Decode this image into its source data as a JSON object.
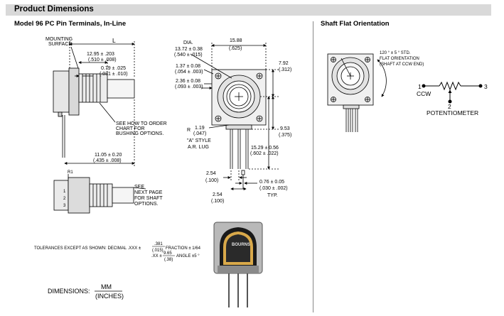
{
  "header": {
    "title": "Product Dimensions"
  },
  "left_section": {
    "title": "Model 96 PC Pin Terminals, In-Line"
  },
  "right_section": {
    "title": "Shaft Flat Orientation"
  },
  "side_view": {
    "mounting_surface": [
      "MOUNTING",
      "SURFACE"
    ],
    "length_label": "L",
    "dim_length_mm": "12.95 ± .203",
    "dim_length_in": "(.510 ± .008)",
    "dim_bush_mm": "0.79 ± .025",
    "dim_bush_in": "(.031 ± .010)",
    "order_note": [
      "SEE HOW TO ORDER",
      "CHART FOR",
      "BUSHING OPTIONS."
    ],
    "dim_pin_mm": "11.05 ± 0.20",
    "dim_pin_in": "(.435 ± .008)"
  },
  "bottom_view": {
    "r1_label": "R1",
    "pins": [
      "1",
      "2",
      "3"
    ],
    "shaft_note": [
      "SEE",
      "NEXT PAGE",
      "FOR SHAFT",
      "OPTIONS."
    ]
  },
  "front_view": {
    "dia_label": "DIA.",
    "dia_mm": "13.72 ± 0.38",
    "dia_in": "(.540 ± .015)",
    "width_mm": "15.88",
    "width_in": "(.625)",
    "d137_mm": "1.37 ± 0.08",
    "d137_in": "(.054 ± .003)",
    "d236_mm": "2.36 ± 0.08",
    "d236_in": "(.093 ± .003)",
    "d792_mm": "7.92",
    "d792_in": "(.312)",
    "r_label": "R",
    "r119_mm": "1.19",
    "r119_in": "(.047)",
    "lug_note": [
      "\"A\" STYLE",
      "A.R. LUG"
    ],
    "d953_mm": "9.53",
    "d953_in": "(.375)",
    "d1529_mm": "15.29 ± 0.56",
    "d1529_in": "(.602 ± .022)",
    "d254a_mm": "2.54",
    "d254a_in": "(.100)",
    "d076_mm": "0.76 ± 0.05",
    "d076_in": "(.030 ± .002)",
    "typ": "TYP.",
    "d254b_mm": "2.54",
    "d254b_in": "(.100)"
  },
  "tolerances": {
    "prefix": "TOLERANCES EXCEPT AS SHOWN:  DECIMAL  .XXX ±",
    "xxx_num": ".381",
    "xxx_den": "(.015)",
    "fraction": "FRACTION ± 1/64",
    "xx_prefix": ".XX ±",
    "xx_num": "9.65",
    "xx_den": "(.38)",
    "angle": "ANGLE ±5 °"
  },
  "dimensions_legend": {
    "label": "DIMENSIONS:",
    "num": "MM",
    "den": "(INCHES)"
  },
  "product_photo": {
    "brand": "BOURNS"
  },
  "shaft_orientation": {
    "note": [
      "120 ° ± 5 ° STD.",
      "FLAT ORIENTATION",
      "(SHAFT AT CCW END)"
    ],
    "pin1": "1",
    "pin3": "3",
    "ccw": "CCW",
    "pin2": "2",
    "potentiometer": "POTENTIOMETER"
  }
}
